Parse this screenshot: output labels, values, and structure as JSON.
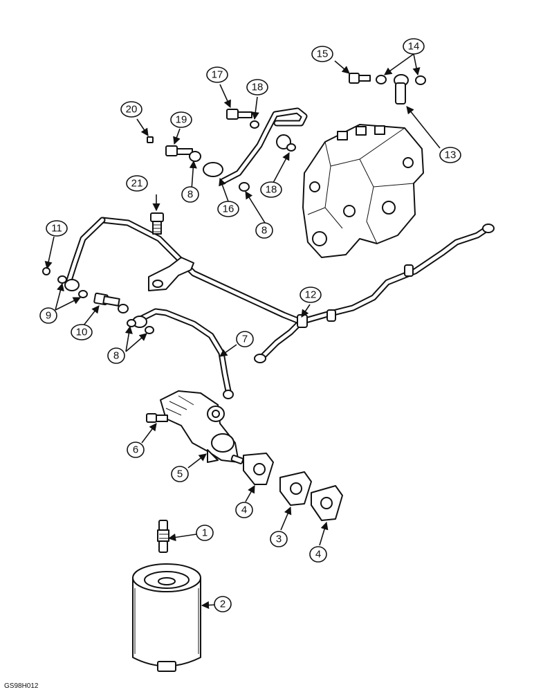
{
  "figure_code": "GS98H012",
  "callouts": [
    {
      "id": "c1",
      "label": "1"
    },
    {
      "id": "c2",
      "label": "2"
    },
    {
      "id": "c3",
      "label": "3"
    },
    {
      "id": "c4a",
      "label": "4"
    },
    {
      "id": "c4b",
      "label": "4"
    },
    {
      "id": "c5",
      "label": "5"
    },
    {
      "id": "c6",
      "label": "6"
    },
    {
      "id": "c7",
      "label": "7"
    },
    {
      "id": "c8a",
      "label": "8"
    },
    {
      "id": "c8b",
      "label": "8"
    },
    {
      "id": "c8c",
      "label": "8"
    },
    {
      "id": "c9",
      "label": "9"
    },
    {
      "id": "c10",
      "label": "10"
    },
    {
      "id": "c11",
      "label": "11"
    },
    {
      "id": "c12",
      "label": "12"
    },
    {
      "id": "c13",
      "label": "13"
    },
    {
      "id": "c14",
      "label": "14"
    },
    {
      "id": "c15",
      "label": "15"
    },
    {
      "id": "c16",
      "label": "16"
    },
    {
      "id": "c17",
      "label": "17"
    },
    {
      "id": "c18a",
      "label": "18"
    },
    {
      "id": "c18b",
      "label": "18"
    },
    {
      "id": "c19",
      "label": "19"
    },
    {
      "id": "c20",
      "label": "20"
    },
    {
      "id": "c21",
      "label": "21"
    }
  ]
}
